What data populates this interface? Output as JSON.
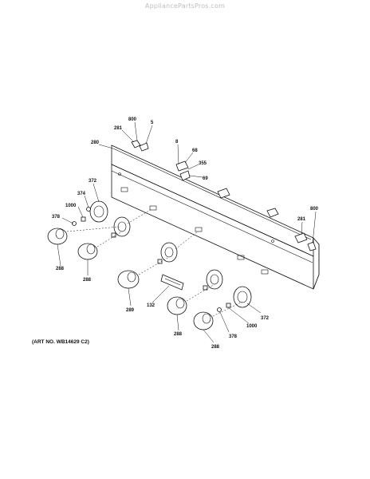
{
  "watermark": "AppliancePartsPros.com",
  "art_number": "(ART NO. WB14629 C2)",
  "callouts": {
    "c800a": "800",
    "c5": "5",
    "c281a": "281",
    "c280": "280",
    "c8": "8",
    "c68": "68",
    "c355": "355",
    "c69": "69",
    "c372a": "372",
    "c374": "374",
    "c1000a": "1000",
    "c378a": "378",
    "c288a": "288",
    "c288b": "288",
    "c289": "289",
    "c132": "132",
    "c288c": "288",
    "c288d": "288",
    "c378b": "378",
    "c1000b": "1000",
    "c372b": "372",
    "c281b": "281",
    "c800b": "800"
  }
}
